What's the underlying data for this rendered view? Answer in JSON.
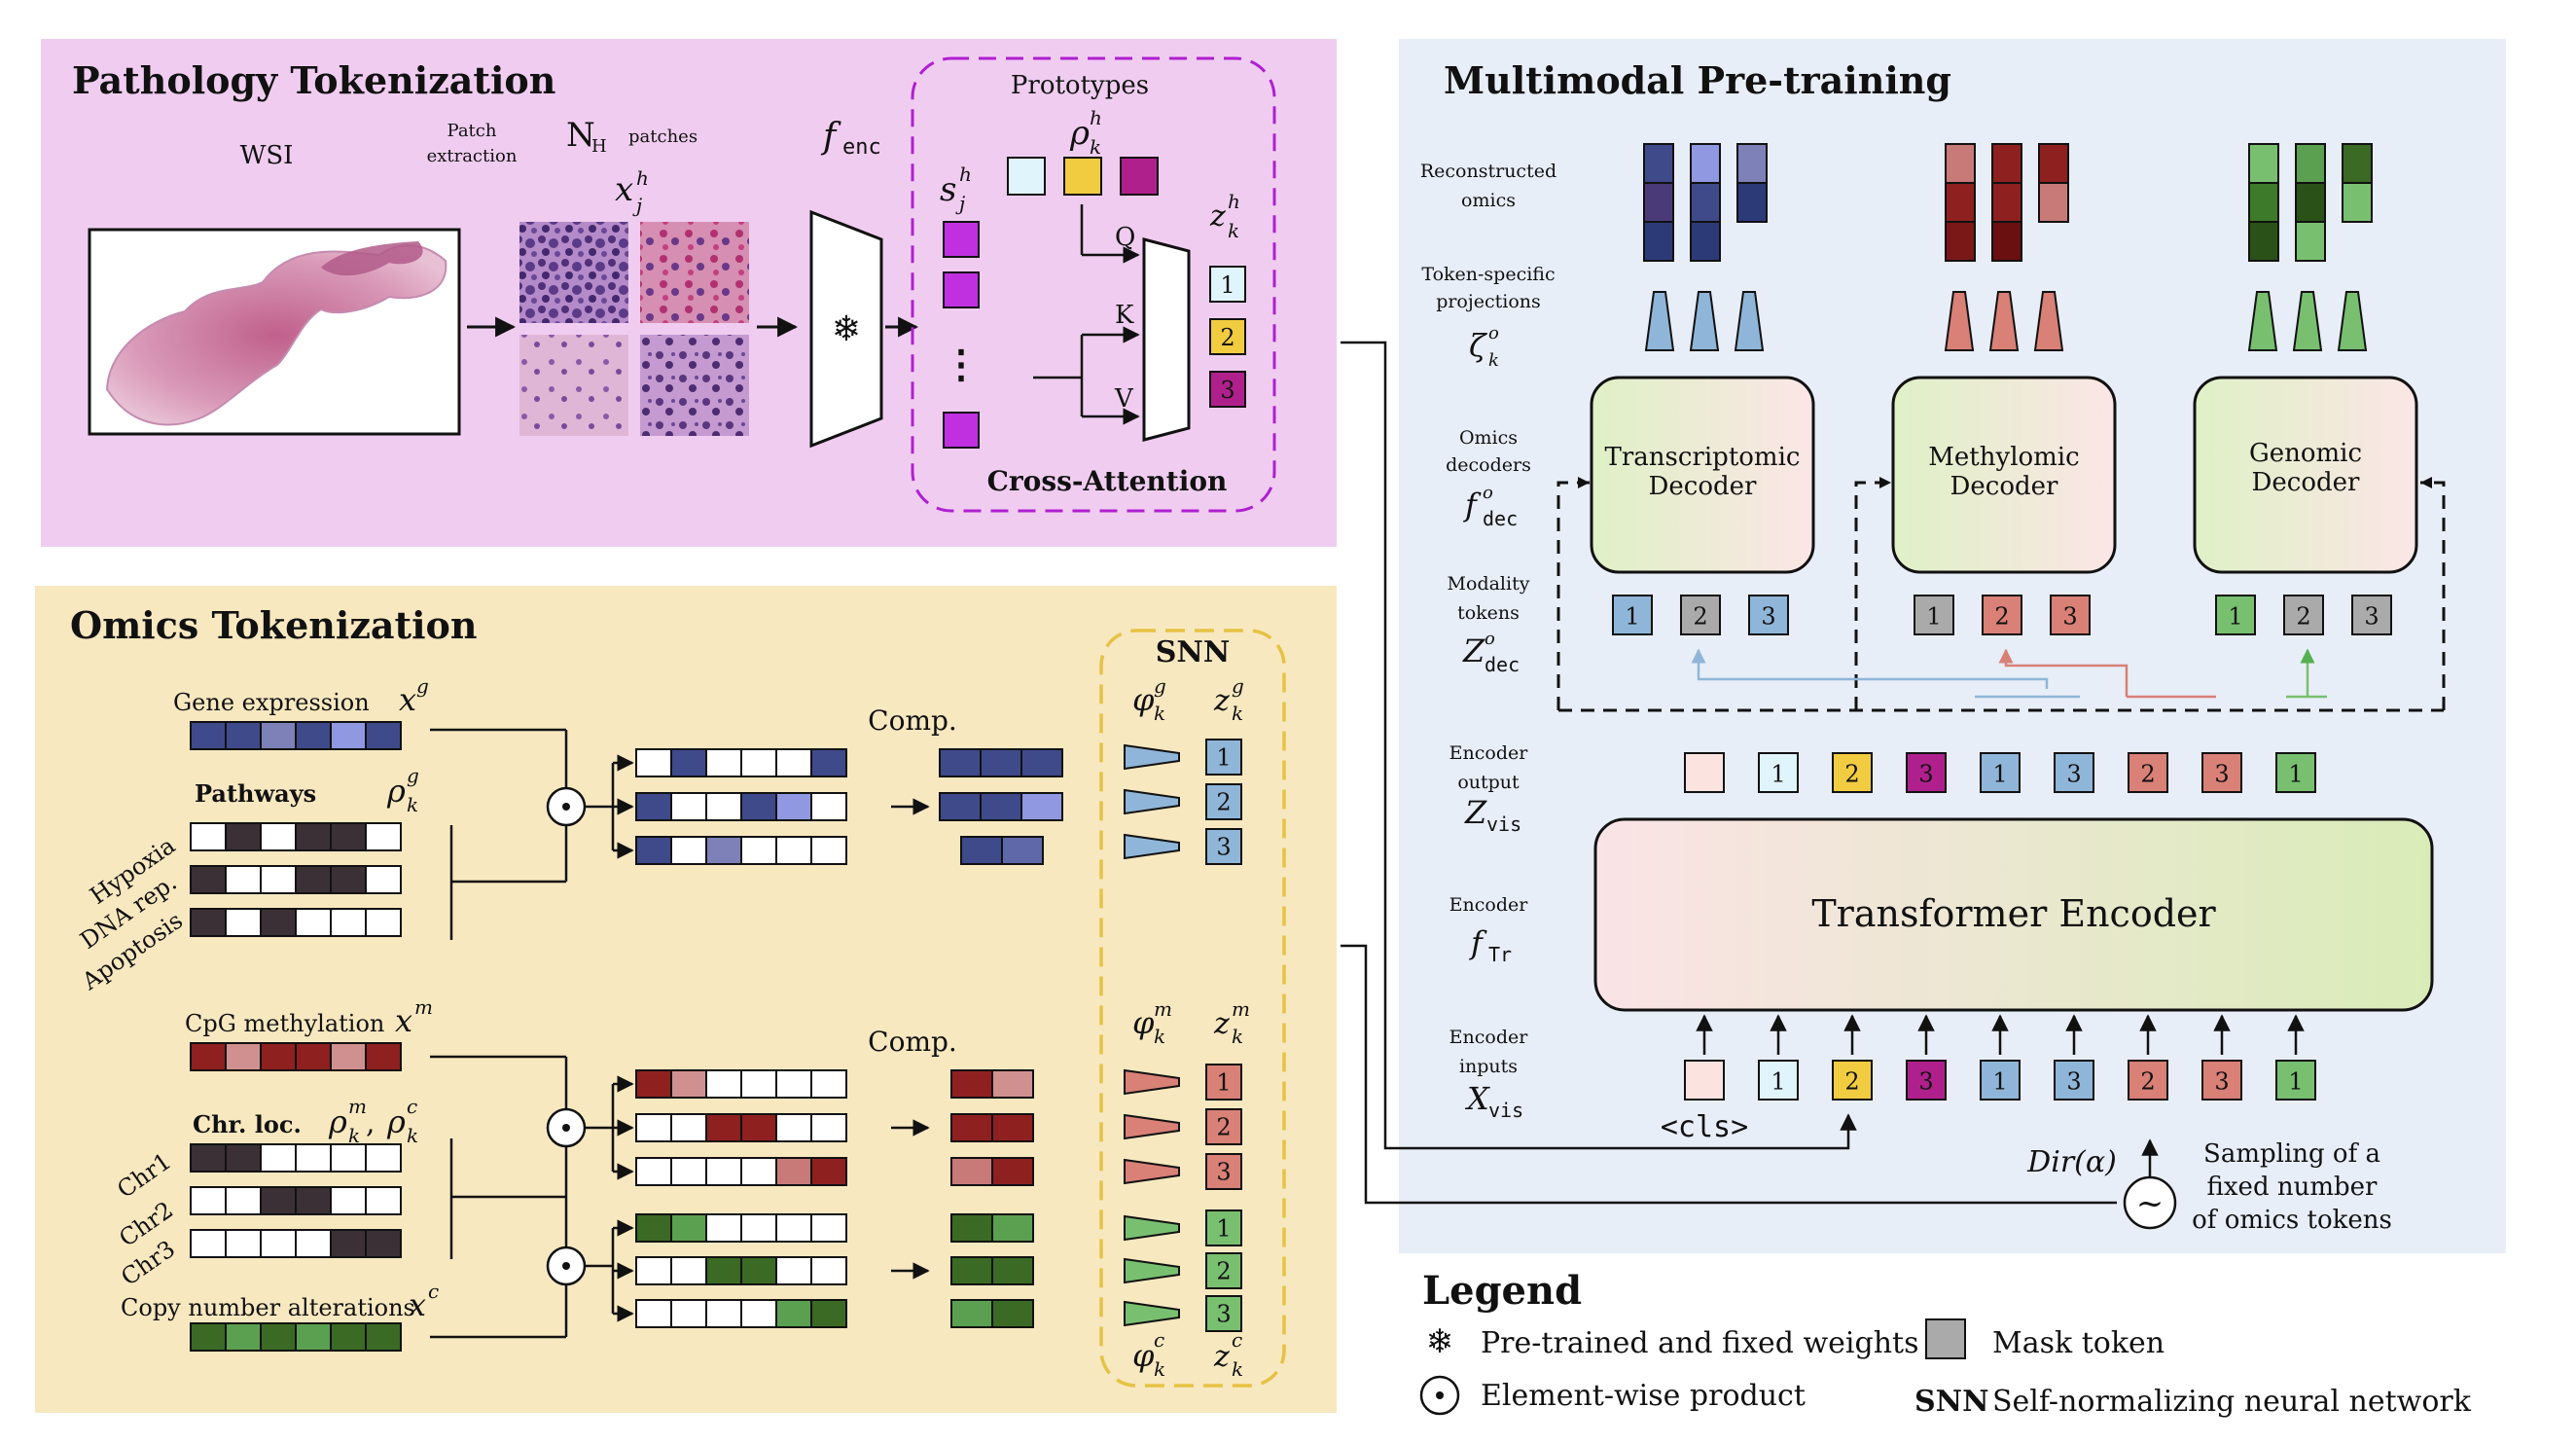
{
  "colors": {
    "path_panel": "#f0cdf0",
    "omics_panel": "#f8e8c0",
    "mm_panel": "#e8eef8",
    "trans_blue": "#8fb6d8",
    "meth_red": "#d98077",
    "gen_green": "#78c070",
    "mask_gray": "#aaaaaa",
    "violet": "#b01fd0",
    "dashed_gold": "#e6c244"
  },
  "pathology": {
    "title": "Pathology Tokenization",
    "wsi": "WSI",
    "patch_extraction_1": "Patch",
    "patch_extraction_2": "extraction",
    "n_patches": "N",
    "n_sub": "H",
    "patches": "patches",
    "x_var": "x",
    "x_sup": "h",
    "x_sub": "j",
    "f_var": "f",
    "f_sub": "enc",
    "frozen_icon": "snowflake-icon",
    "prototypes": "Prototypes",
    "rho_var": "ρ",
    "rho_sup": "h",
    "rho_sub": "k",
    "s_var": "s",
    "s_sup": "h",
    "s_sub": "j",
    "z_var": "z",
    "z_sup": "h",
    "z_sub": "k",
    "q": "Q",
    "k": "K",
    "v": "V",
    "ellipsis": "⋮",
    "tokens": [
      "1",
      "2",
      "3"
    ],
    "cross_attention": "Cross-Attention"
  },
  "omics": {
    "title": "Omics Tokenization",
    "gene_expression": "Gene expression",
    "xg_var": "x",
    "xg_sup": "g",
    "pathways": "Pathways",
    "rho_var": "ρ",
    "rho_g_sup": "g",
    "rho_sub": "k",
    "pathway_names": [
      "Hypoxia",
      "DNA rep.",
      "Apoptosis"
    ],
    "comp": "Comp.",
    "snn": "SNN",
    "phi_var": "φ",
    "phi_g_sup": "g",
    "phi_sub": "k",
    "zg_var": "z",
    "zg_sup": "g",
    "zg_sub": "k",
    "cpg": "CpG methylation",
    "xm_var": "x",
    "xm_sup": "m",
    "chr_loc": "Chr. loc.",
    "rho_m_sup": "m",
    "rho_c_sup": "c",
    "comma": ",",
    "chr_names": [
      "Chr1",
      "Chr2",
      "Chr3"
    ],
    "cna": "Copy number alterations",
    "xc_var": "x",
    "xc_sup": "c",
    "phi_m_sup": "m",
    "phi_c_sup": "c",
    "zm_sup": "m",
    "zc_sup": "c",
    "tokens": [
      "1",
      "2",
      "3"
    ]
  },
  "multimodal": {
    "title": "Multimodal Pre-training",
    "reconstructed": [
      "Reconstructed",
      "omics"
    ],
    "token_specific": [
      "Token-specific",
      "projections"
    ],
    "zeta_var": "ζ",
    "zeta_sup": "o",
    "zeta_sub": "k",
    "omics_decoders": [
      "Omics",
      "decoders"
    ],
    "fdec_var": "f",
    "fdec_sup": "o",
    "fdec_sub": "dec",
    "modality_tokens": [
      "Modality",
      "tokens"
    ],
    "zdec_var": "Z",
    "zdec_sup": "o",
    "zdec_sub": "dec",
    "decoders": [
      {
        "line1": "Transcriptomic",
        "line2": "Decoder"
      },
      {
        "line1": "Methylomic",
        "line2": "Decoder"
      },
      {
        "line1": "Genomic",
        "line2": "Decoder"
      }
    ],
    "encoder_output": [
      "Encoder",
      "output"
    ],
    "zvis_var": "Z",
    "zvis_sub": "vis",
    "encoder": "Encoder",
    "ftr_var": "f",
    "ftr_sub": "Tr",
    "encoder_inputs": [
      "Encoder",
      "inputs"
    ],
    "xvis_var": "X",
    "xvis_sub": "vis",
    "transformer": "Transformer Encoder",
    "cls": "<cls>",
    "tokens": [
      "1",
      "2",
      "3"
    ],
    "dir": "Dir(α)",
    "tilde": "~",
    "sampling": [
      "Sampling of a",
      "fixed number",
      "of omics tokens"
    ]
  },
  "legend": {
    "title": "Legend",
    "frozen": "Pre-trained and fixed weights",
    "mask": "Mask token",
    "product": "Element-wise product",
    "snn_abbr": "SNN",
    "snn_desc": "Self-normalizing neural network"
  }
}
